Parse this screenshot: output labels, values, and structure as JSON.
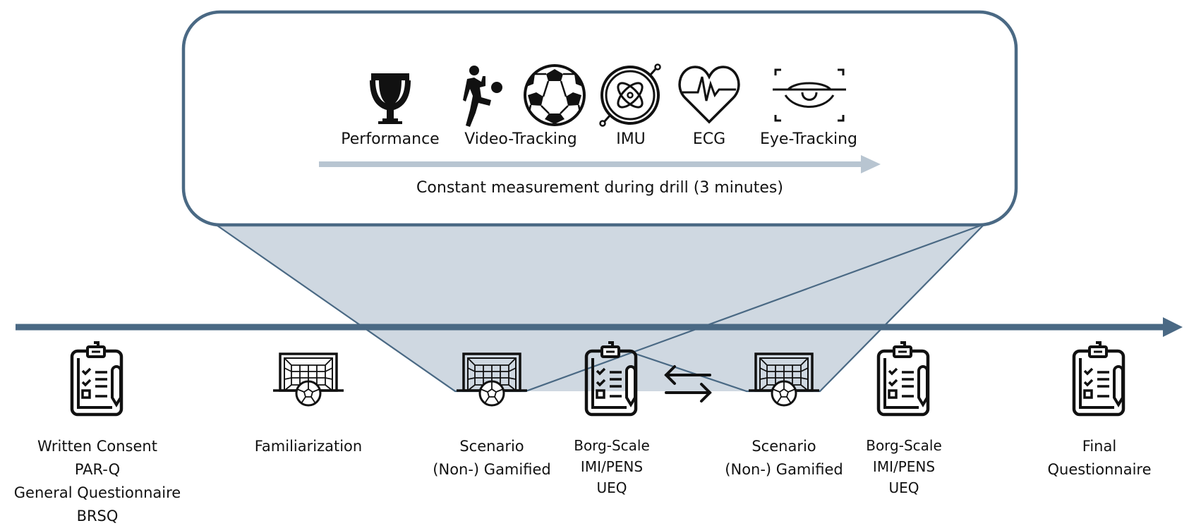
{
  "colors": {
    "timeline": "#4a6984",
    "zoom_fill": "#cfd8e1",
    "zoom_border": "#4a6984",
    "measure_arrow": "#b8c5d1",
    "icon": "#111111"
  },
  "measurement_panel": {
    "items": [
      {
        "label": "Performance",
        "icon": "trophy-icon"
      },
      {
        "label": "Video-Tracking",
        "icon": "soccer-player-and-ball-icon"
      },
      {
        "label": "IMU",
        "icon": "imu-sensor-icon"
      },
      {
        "label": "ECG",
        "icon": "heart-ecg-icon"
      },
      {
        "label": "Eye-Tracking",
        "icon": "eye-tracking-icon"
      }
    ],
    "caption": "Constant measurement during drill (3 minutes)"
  },
  "timeline": {
    "steps": [
      {
        "icon": "clipboard-checklist-icon",
        "lines": [
          "Written Consent",
          "PAR-Q",
          "General Questionnaire",
          "BRSQ"
        ]
      },
      {
        "icon": "soccer-goal-icon",
        "lines": [
          "Familiarization"
        ]
      },
      {
        "icon": "soccer-goal-icon",
        "lines": [
          "Scenario",
          "(Non-) Gamified"
        ]
      },
      {
        "icon": "clipboard-checklist-icon",
        "lines": [
          "Borg-Scale",
          "IMI/PENS",
          "UEQ"
        ]
      },
      {
        "icon": "soccer-goal-icon",
        "lines": [
          "Scenario",
          "(Non-) Gamified"
        ]
      },
      {
        "icon": "clipboard-checklist-icon",
        "lines": [
          "Borg-Scale",
          "IMI/PENS",
          "UEQ"
        ]
      },
      {
        "icon": "clipboard-checklist-icon",
        "lines": [
          "Final",
          "Questionnaire"
        ]
      }
    ],
    "swap_icon": "swap-arrows-icon"
  }
}
